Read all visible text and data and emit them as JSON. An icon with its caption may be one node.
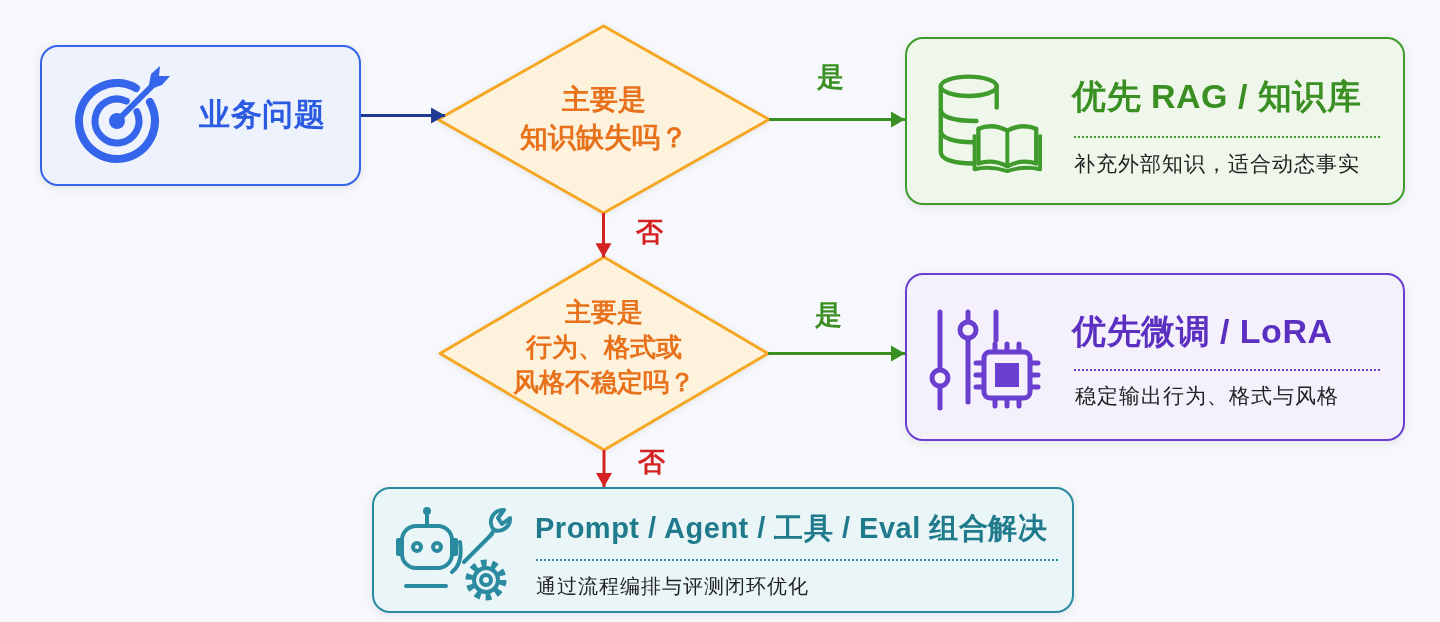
{
  "diagram": {
    "nodes": [
      {
        "text": [
          "业务问题"
        ]
      },
      {
        "text": [
          "主要是知识缺失吗？"
        ]
      },
      {
        "text": [
          "优先 RAG / 知识库",
          "补充外部知识，适合动态事实"
        ]
      },
      {
        "text": [
          "主要是行为、格式或风格不稳定吗？"
        ]
      },
      {
        "text": [
          "优先微调 / LoRA",
          "稳定输出行为、格式与风格"
        ]
      },
      {
        "text": [
          "Prompt / Agent / 工具 / Eval 组合解决",
          "通过流程编排与评测闭环优化"
        ]
      }
    ],
    "edges": [
      {
        "from": 0,
        "to": 1,
        "arrow": "to",
        "color": "#1f3a93"
      },
      {
        "from": 1,
        "to": 2,
        "arrow": "to",
        "label": "是",
        "color": "#3a8f22"
      },
      {
        "from": 1,
        "to": 3,
        "arrow": "to",
        "label": "否",
        "color": "#d42222"
      },
      {
        "from": 3,
        "to": 4,
        "arrow": "to",
        "label": "是",
        "color": "#3a8f22"
      },
      {
        "from": 3,
        "to": 5,
        "arrow": "to",
        "label": "否",
        "color": "#d42222"
      }
    ]
  }
}
